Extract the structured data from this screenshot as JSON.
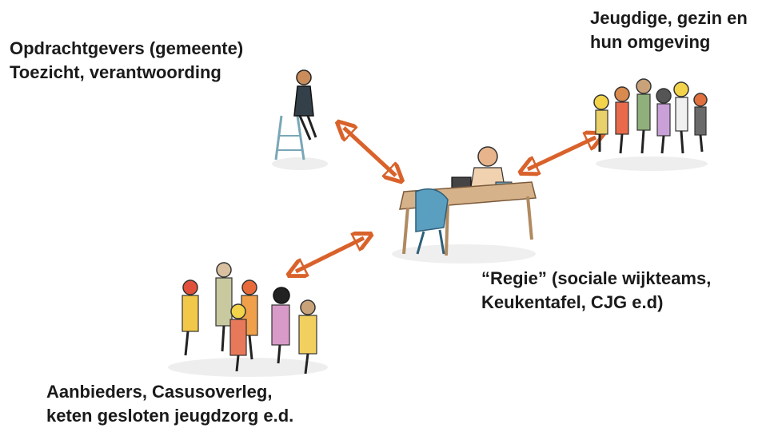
{
  "labels": {
    "opdrachtgevers": {
      "line1": "Opdrachtgevers (gemeente)",
      "line2": "Toezicht, verantwoording"
    },
    "jeugdige": {
      "line1": "Jeugdige, gezin en",
      "line2": "hun omgeving"
    },
    "regie": {
      "line1": "“Regie” (sociale wijkteams,",
      "line2": "Keukentafel, CJG e.d)"
    },
    "aanbieders": {
      "line1": "Aanbieders, Casusoverleg,",
      "line2": "keten gesloten jeugdzorg e.d."
    }
  },
  "colors": {
    "arrow": "#d9622b",
    "text": "#1a1a1a"
  }
}
